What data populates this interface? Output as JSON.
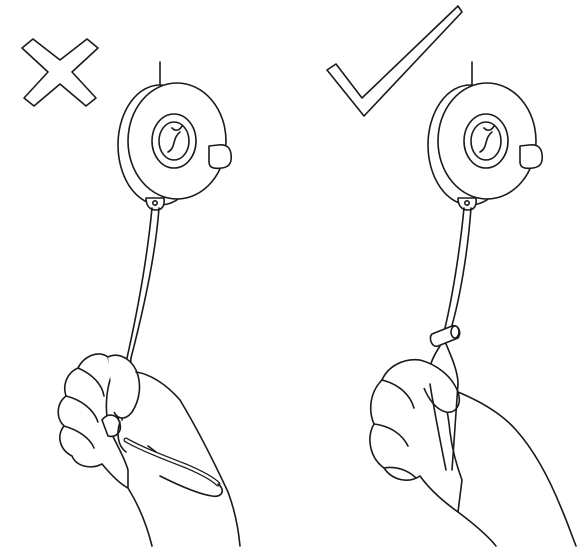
{
  "panels": [
    {
      "id": "wrong",
      "marker": "cross-icon",
      "meaning": "incorrect"
    },
    {
      "id": "right",
      "marker": "checkmark-icon",
      "meaning": "correct"
    }
  ],
  "colors": {
    "stroke": "#1a1a1a",
    "background": "#ffffff"
  }
}
